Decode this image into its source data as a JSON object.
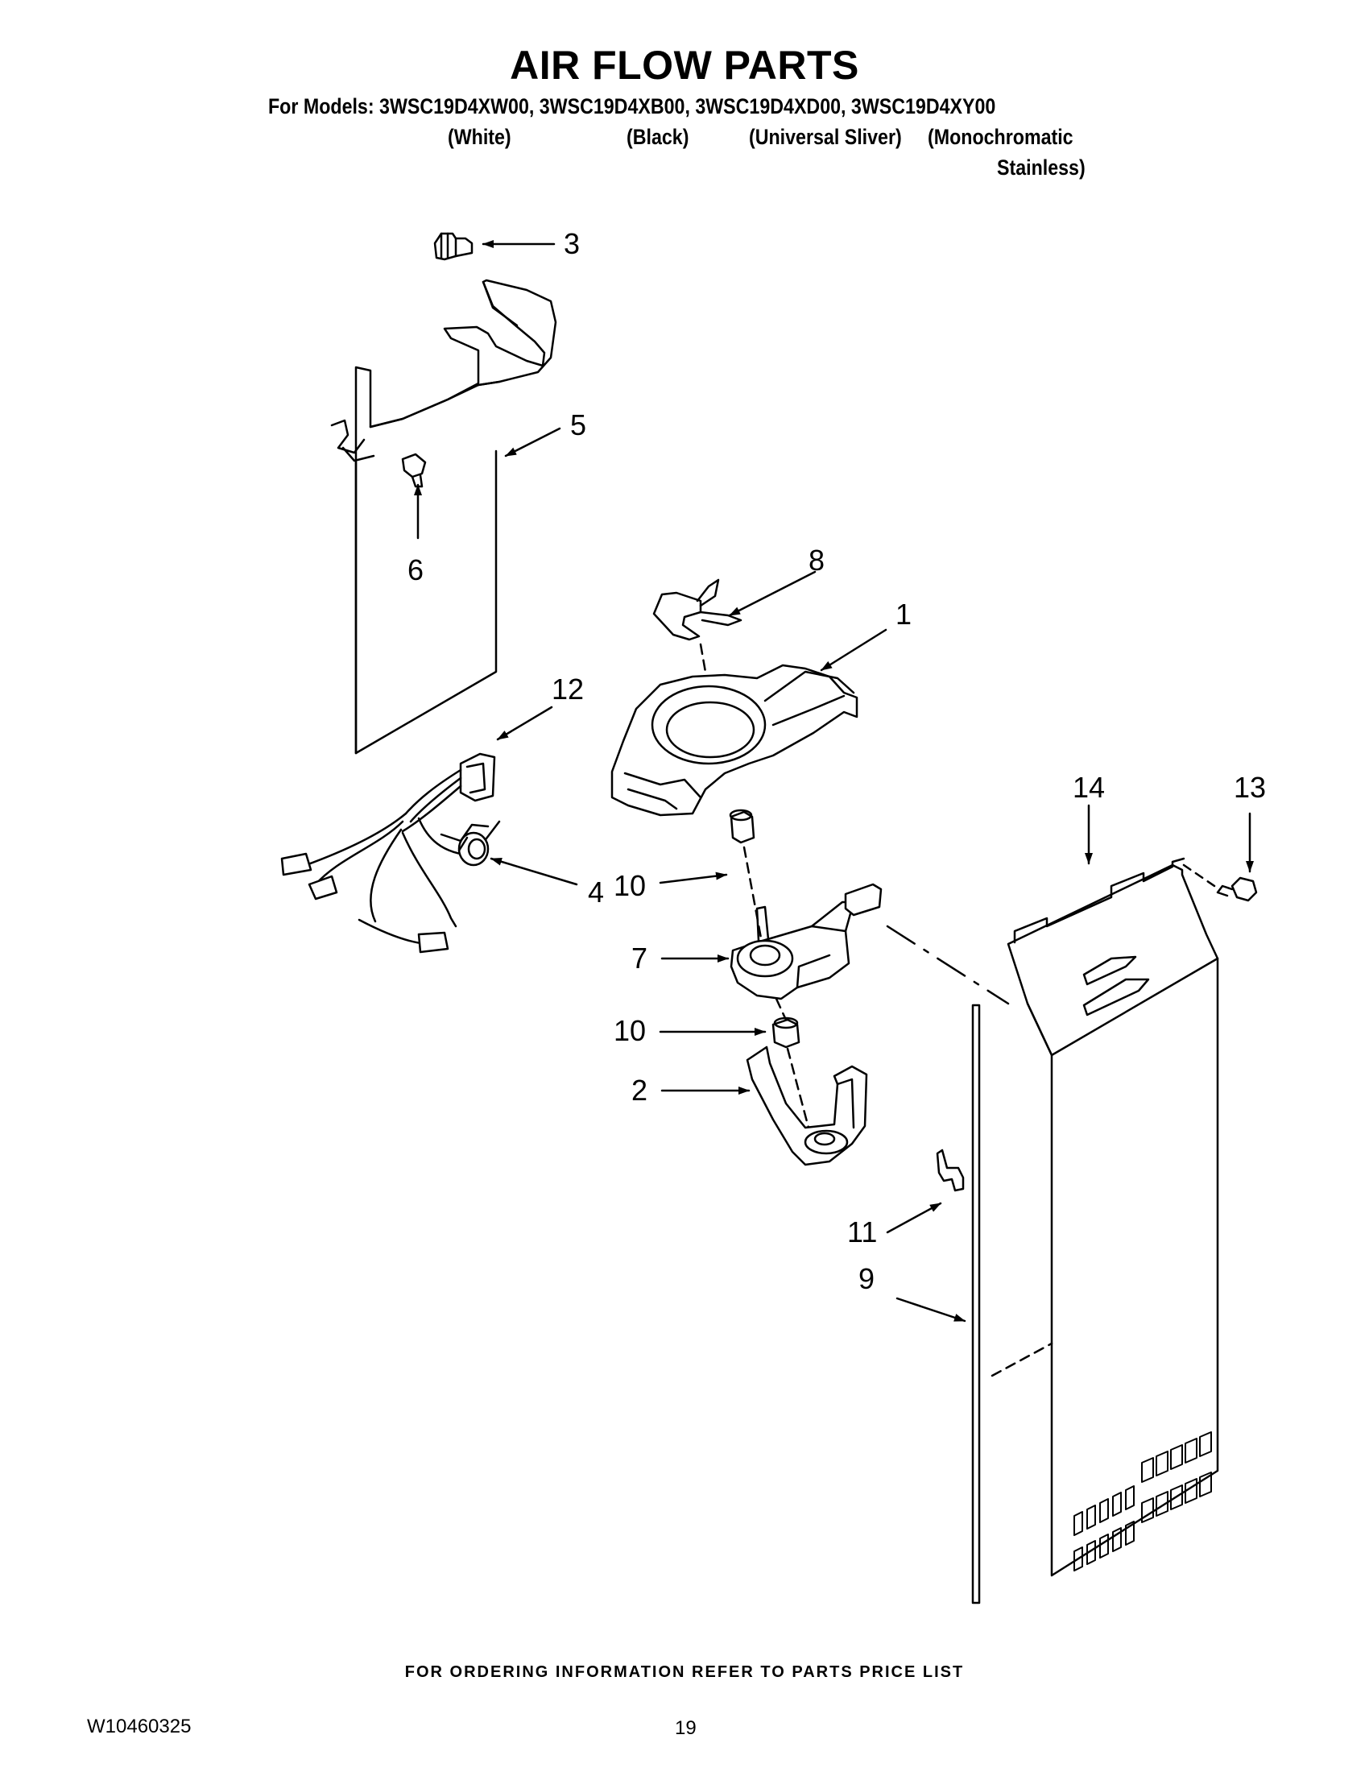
{
  "header": {
    "title": "AIR FLOW PARTS",
    "models_line": "For Models: 3WSC19D4XW00, 3WSC19D4XB00, 3WSC19D4XD00, 3WSC19D4XY00",
    "variants": [
      "(White)",
      "(Black)",
      "(Universal Sliver)",
      "(Monochromatic",
      "Stainless)"
    ]
  },
  "callouts": [
    "3",
    "5",
    "6",
    "8",
    "1",
    "12",
    "14",
    "13",
    "10",
    "4",
    "7",
    "10",
    "2",
    "11",
    "9"
  ],
  "footer": {
    "ordering_note": "FOR ORDERING INFORMATION REFER TO PARTS PRICE LIST",
    "doc_number": "W10460325",
    "page_number": "19"
  }
}
